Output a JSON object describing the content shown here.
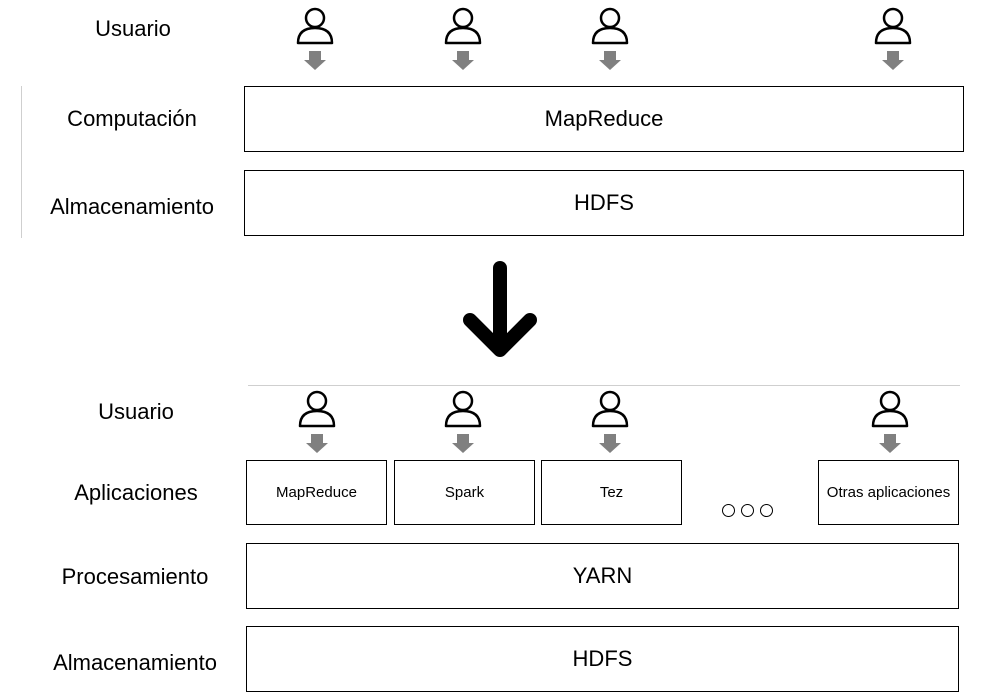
{
  "top": {
    "rows": {
      "usuario": "Usuario",
      "computacion": "Computación",
      "almacenamiento": "Almacenamiento"
    },
    "boxes": {
      "mapreduce": "MapReduce",
      "hdfs": "HDFS"
    },
    "user_icon": "user-icon",
    "arrow_icon": "arrow-down-icon"
  },
  "transition_icon": "big-arrow-down-icon",
  "bottom": {
    "rows": {
      "usuario": "Usuario",
      "aplicaciones": "Aplicaciones",
      "procesamiento": "Procesamiento",
      "almacenamiento": "Almacenamiento"
    },
    "apps": [
      "MapReduce",
      "Spark",
      "Tez",
      "Otras aplicaciones"
    ],
    "ellipsis_icon": "ellipsis-circles-icon",
    "boxes": {
      "yarn": "YARN",
      "hdfs": "HDFS"
    }
  },
  "colors": {
    "stroke": "#000000",
    "arrow_fill": "#808080",
    "divider": "#cfcfcf"
  }
}
